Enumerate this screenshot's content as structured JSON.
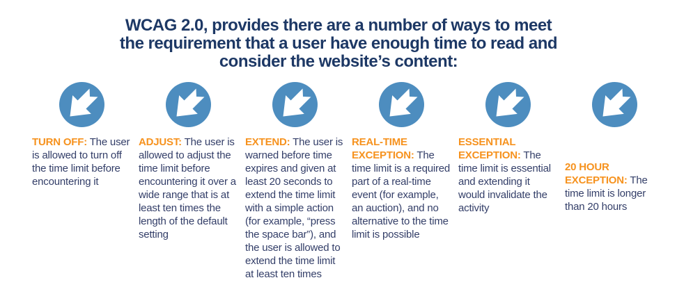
{
  "title": {
    "lines": [
      "WCAG 2.0, provides there are a number of ways to meet",
      "the requirement that a user have enough time to read and",
      "consider the website’s content:"
    ]
  },
  "colors": {
    "title_navy": "#1d3865",
    "body_navy": "#333e68",
    "label_orange": "#f6921e",
    "icon_blue": "#4d8dbf",
    "arrow_white": "#ffffff",
    "background": "#ffffff"
  },
  "icon": {
    "name": "arrow-down-left-circle-icon",
    "shape": "white arrow pointing to lower-left inside blue circle"
  },
  "items": [
    {
      "label": "TURN OFF:",
      "text": "The user is allowed to turn off the time limit before encountering it"
    },
    {
      "label": "ADJUST:",
      "text": "The user is allowed to adjust the time limit before encountering it over a wide range that is at least ten times the length of the default setting"
    },
    {
      "label": "EXTEND:",
      "text": "The user is warned before time expires and given at least 20 seconds to extend the time limit with a simple action (for example, “press the space bar”), and the user is allowed to extend the time limit at least ten times"
    },
    {
      "label": "REAL-TIME EXCEPTION:",
      "text": "The time limit is a required part of a real-time event (for example, an auction), and no alternative to the time limit is possible"
    },
    {
      "label": "ESSENTIAL EXCEPTION:",
      "text": "The time limit is essential and extending it would invalidate the activity"
    },
    {
      "label": "20 HOUR EXCEPTION:",
      "text": "The time limit is longer than 20 hours"
    }
  ]
}
